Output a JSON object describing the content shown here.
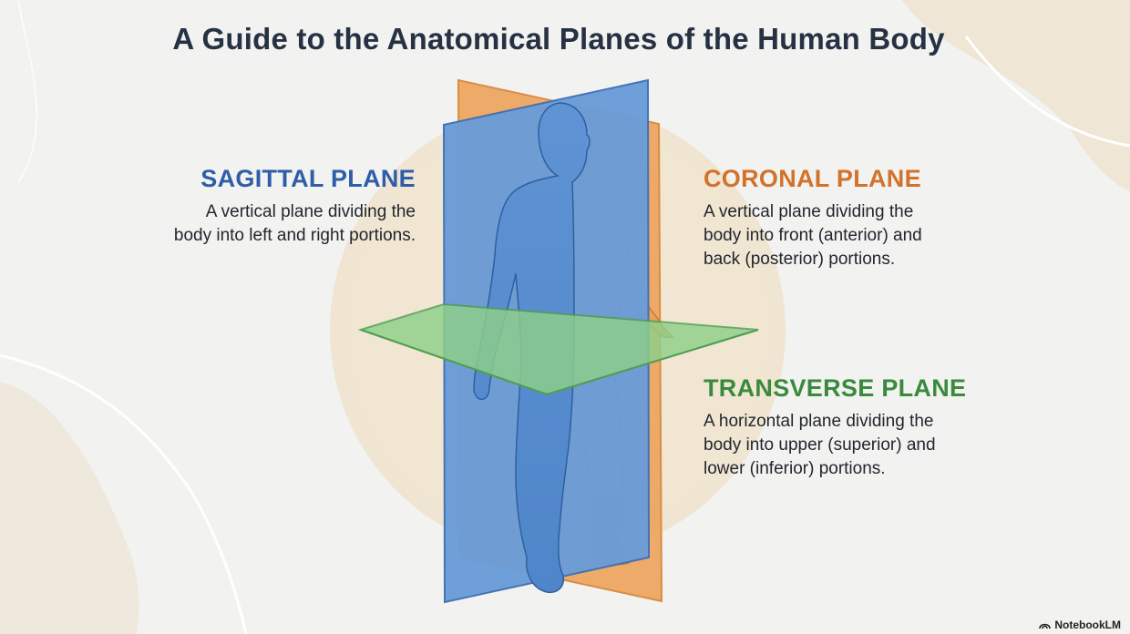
{
  "title": "A Guide to the Anatomical Planes of the Human Body",
  "planes": {
    "sagittal": {
      "label": "SAGITTAL PLANE",
      "description_lines": [
        "A vertical plane dividing the",
        "body into left and right portions."
      ],
      "color": "#2f5ea8"
    },
    "coronal": {
      "label": "CORONAL PLANE",
      "description_lines": [
        "A vertical plane dividing the",
        "body into front (anterior) and",
        "back (posterior) portions."
      ],
      "color": "#d2722b"
    },
    "transverse": {
      "label": "TRANSVERSE PLANE",
      "description_lines": [
        "A horizontal plane dividing the",
        "body into upper (superior) and",
        "lower (inferior) portions."
      ],
      "color": "#3a8a3e"
    }
  },
  "plane_fill_colors": {
    "sagittal": "#6a9cd8",
    "coronal": "#eda865",
    "transverse": "#8fd08a"
  },
  "brand": {
    "name": "NotebookLM",
    "icon": "notebooklm-logo-icon"
  }
}
